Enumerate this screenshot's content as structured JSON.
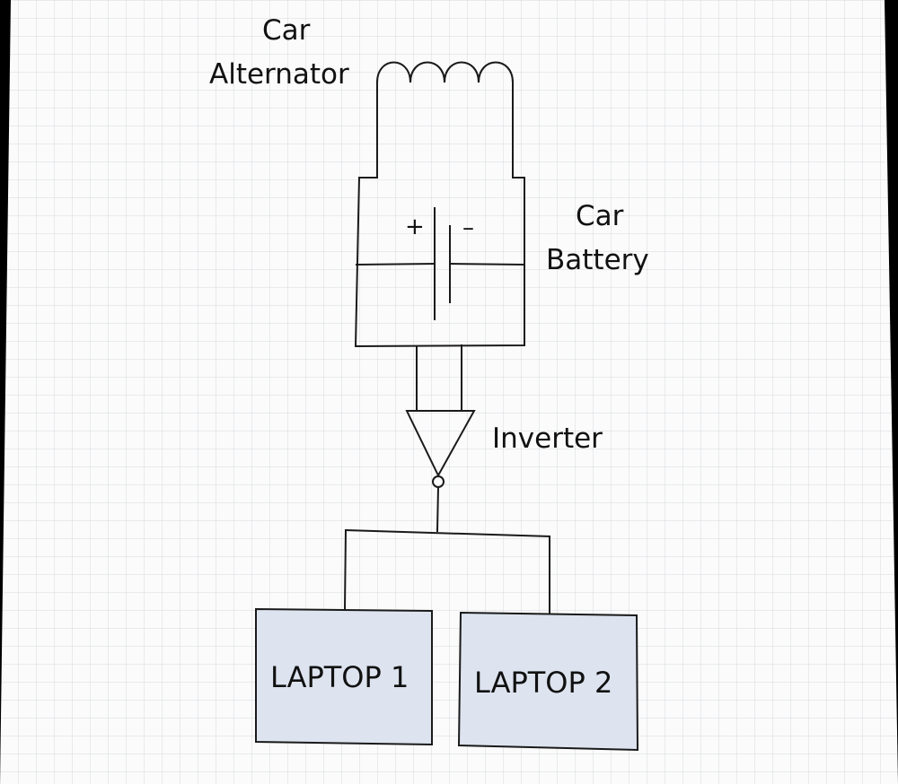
{
  "labels": {
    "alternator_line1": "Car",
    "alternator_line2": "Alternator",
    "battery_line1": "Car",
    "battery_line2": "Battery",
    "battery_plus": "+",
    "battery_minus": "–",
    "inverter": "Inverter",
    "laptop1": "LAPTOP 1",
    "laptop2": "LAPTOP 2"
  },
  "colors": {
    "paper": "#fbfbfb",
    "grid": "#d4d8dd",
    "wire": "#1a1a1a",
    "laptop_fill": "#dde4ef"
  }
}
